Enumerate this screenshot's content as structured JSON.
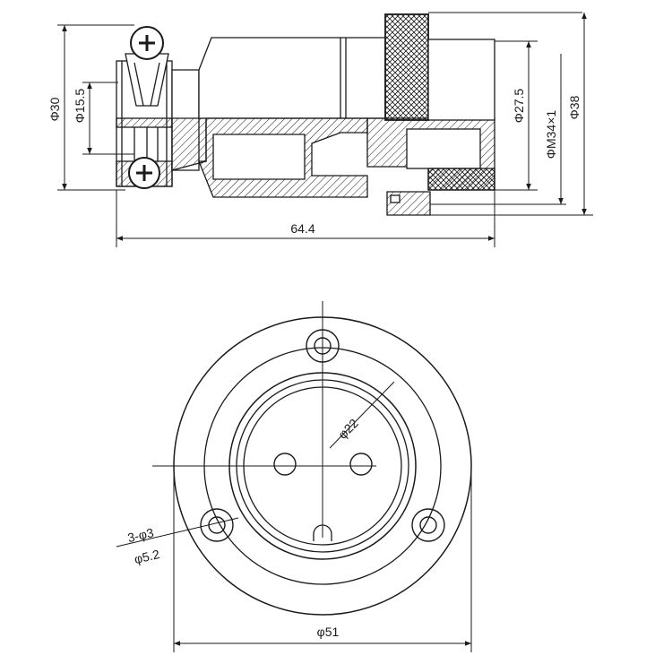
{
  "colors": {
    "ink": "#1a1a1a",
    "paper": "#ffffff"
  },
  "side_view": {
    "dim_length": "64.4",
    "dim_d30": "Φ30",
    "dim_d15_5": "Φ15.5",
    "dim_d27_5": "Φ27.5",
    "dim_thread": "ΦM34×1",
    "dim_d38": "Φ38"
  },
  "front_view": {
    "dim_d22": "φ22",
    "dim_holes": "3-φ3",
    "dim_d5_2": "φ5.2",
    "dim_d51": "φ51"
  }
}
